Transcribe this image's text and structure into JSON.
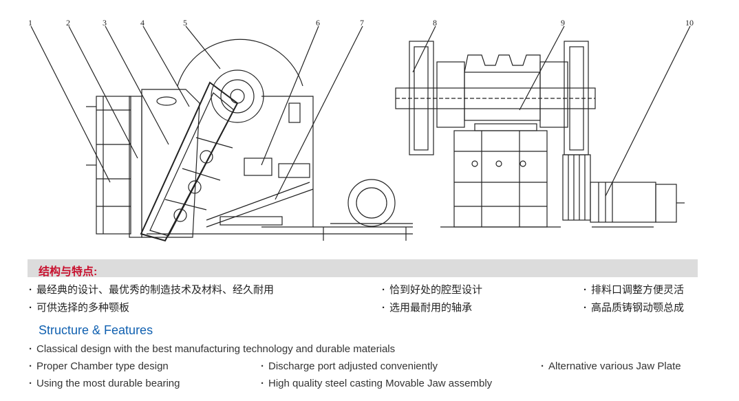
{
  "callouts": [
    "1",
    "2",
    "3",
    "4",
    "5",
    "6",
    "7",
    "8",
    "9",
    "10"
  ],
  "section_cn": {
    "title": "结构与特点:",
    "items": [
      "最经典的设计、最优秀的制造技术及材料、经久耐用",
      "恰到好处的腔型设计",
      "排料口调整方便灵活",
      "可供选择的多种颚板",
      "选用最耐用的轴承",
      "高品质铸钢动颚总成"
    ]
  },
  "section_en": {
    "title": "Structure & Features",
    "items": [
      "Classical design with the best manufacturing technology and durable materials",
      "Proper Chamber type design",
      "Discharge port adjusted conveniently",
      "Alternative various Jaw Plate",
      "Using the most durable bearing",
      "High quality steel casting Movable Jaw assembly"
    ]
  },
  "colors": {
    "title_cn": "#c8102e",
    "title_en": "#1060b0",
    "band": "#dcdcdc",
    "line": "#222222"
  }
}
